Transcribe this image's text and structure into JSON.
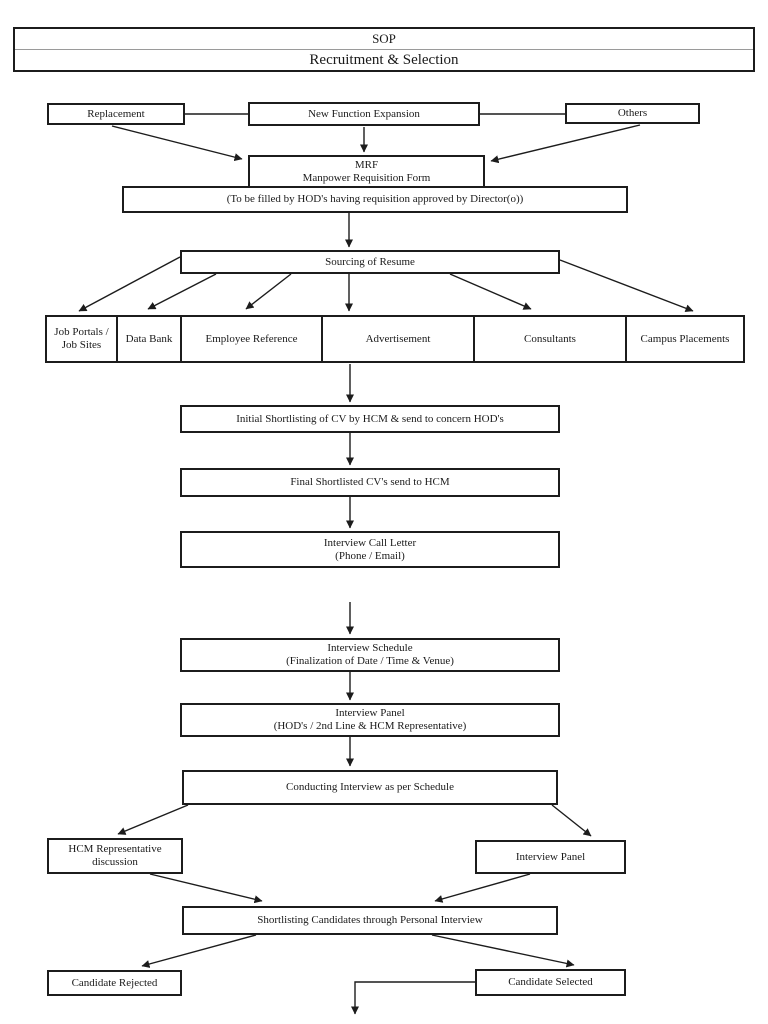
{
  "title": {
    "line1": "SOP",
    "line2": "Recruitment & Selection"
  },
  "nodes": {
    "replacement": "Replacement",
    "new_function_expansion": "New Function Expansion",
    "others": "Others",
    "mrf_line1": "MRF",
    "mrf_line2": "Manpower Requisition Form",
    "mrf_note": "(To be filled by HOD's having requisition approved by Director(o))",
    "sourcing": "Sourcing of Resume",
    "job_portals": "Job Portals / Job Sites",
    "data_bank": "Data Bank",
    "employee_reference": "Employee Reference",
    "advertisement": "Advertisement",
    "consultants": "Consultants",
    "campus_placements": "Campus Placements",
    "initial_shortlisting": "Initial Shortlisting of CV by HCM & send to concern HOD's",
    "final_shortlisted": "Final Shortlisted CV's send to HCM",
    "call_letter_line1": "Interview Call Letter",
    "call_letter_line2": "(Phone / Email)",
    "schedule_line1": "Interview Schedule",
    "schedule_line2": "(Finalization of Date / Time & Venue)",
    "panel_line1": "Interview Panel",
    "panel_line2": "(HOD's / 2nd Line  & HCM Representative)",
    "conducting": "Conducting Interview as per Schedule",
    "hcm_discussion_line1": "HCM Representative",
    "hcm_discussion_line2": "discussion",
    "interview_panel_small": "Interview Panel",
    "shortlisting_candidates": "Shortlisting Candidates through Personal Interview",
    "candidate_rejected": "Candidate Rejected",
    "candidate_selected": "Candidate Selected"
  },
  "colors": {
    "background": "#ffffff",
    "border": "#1c1c1c",
    "line": "#1c1c1c",
    "divider": "#9a9a9a",
    "text": "#1a1a1a"
  }
}
